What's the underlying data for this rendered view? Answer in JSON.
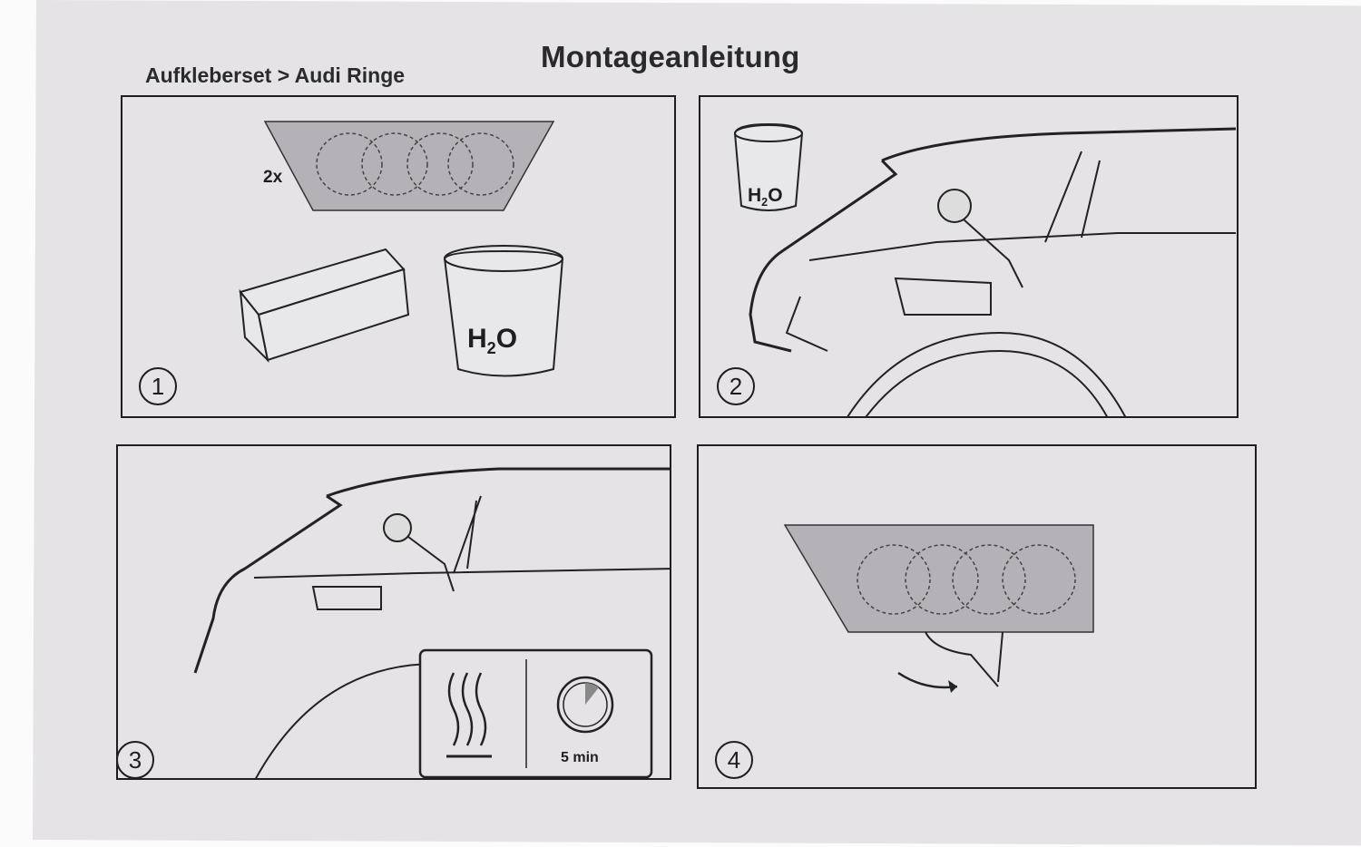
{
  "header": {
    "title": "Montageanleitung",
    "subtitle": "Aufkleberset > Audi Ringe"
  },
  "panels": [
    {
      "step": "1",
      "quantity": "2x",
      "water_label": "H",
      "water_sub": "2",
      "water_suffix": "O"
    },
    {
      "step": "2",
      "water_label": "H",
      "water_sub": "2",
      "water_suffix": "O"
    },
    {
      "step": "3",
      "time_label": "5 min"
    },
    {
      "step": "4"
    }
  ]
}
